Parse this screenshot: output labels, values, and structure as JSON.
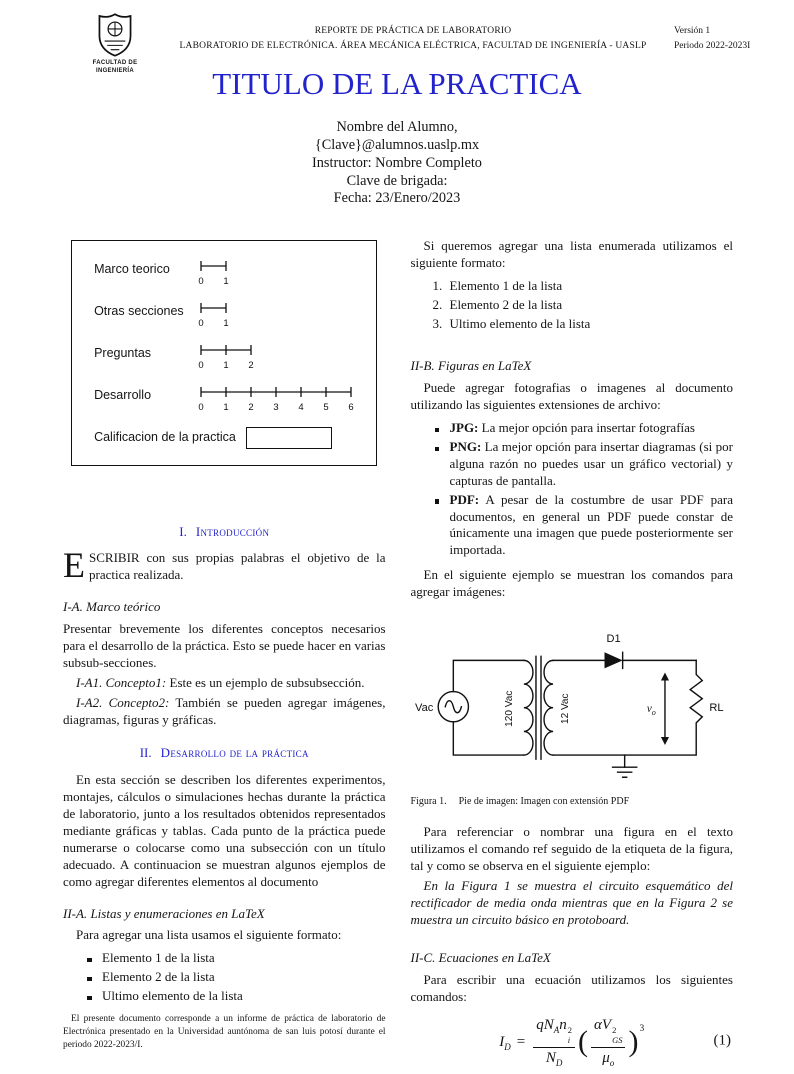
{
  "accent": "#2323CE",
  "header": {
    "logo": {
      "caption_line1": "FACULTAD DE",
      "caption_line2": "INGENIERÍA"
    },
    "center_line1": "REPORTE DE PRÁCTICA DE LABORATORIO",
    "center_line2": "LABORATORIO DE ELECTRÓNICA. ÁREA MECÁNICA ELÉCTRICA, FACULTAD DE INGENIERÍA - UASLP",
    "version": "Versión 1",
    "period": "Periodo 2022-2023I"
  },
  "title": "TITULO DE LA PRACTICA",
  "author_block": {
    "name": "Nombre del Alumno,",
    "email": "{Clave}@alumnos.uaslp.mx",
    "instructor": "Instructor: Nombre Completo",
    "brigade": "Clave de brigada:",
    "date": "Fecha: 23/Enero/2023"
  },
  "rubric": {
    "rows": [
      {
        "label": "Marco teorico",
        "ticks": [
          "0",
          "1"
        ]
      },
      {
        "label": "Otras secciones",
        "ticks": [
          "0",
          "1"
        ]
      },
      {
        "label": "Preguntas",
        "ticks": [
          "0",
          "1",
          "2"
        ]
      },
      {
        "label": "Desarrollo",
        "ticks": [
          "0",
          "1",
          "2",
          "3",
          "4",
          "5",
          "6"
        ]
      }
    ],
    "grade_label": "Calificacion de la practica"
  },
  "intro": {
    "heading_number": "I.",
    "heading_title": "Introducción",
    "lead_initial": "E",
    "lead_caps": "SCRIBIR",
    "lead_text": "con sus propias palabras el objetivo de la practica realizada.",
    "sub_a": {
      "number": "I-A.",
      "title": "Marco teórico"
    },
    "para1": "Presentar brevemente los diferentes conceptos necesarios para el desarrollo de la práctica. Esto se puede hacer en varias subsub-secciones.",
    "subsub1_label": "I-A1. Concepto1:",
    "subsub1_text": "Este es un ejemplo de subsubsección.",
    "subsub2_label": "I-A2. Concepto2:",
    "subsub2_text": "También se pueden agregar imágenes, diagramas, figuras y gráficas."
  },
  "development": {
    "heading_number": "II.",
    "heading_title": "Desarrollo de la práctica",
    "para1": "En esta sección se describen los diferentes experimentos, montajes, cálculos o simulaciones hechas durante la práctica de laboratorio, junto a los resultados obtenidos representados mediante gráficas y tablas. Cada punto de la práctica puede numerarse o colocarse como una subsección con un título adecuado. A continuacion se muestran algunos ejemplos de como agregar diferentes elementos al documento",
    "sub_a": {
      "number": "II-A.",
      "title": "Listas y enumeraciones en LaTeX"
    },
    "lists_intro": "Para agregar una lista usamos el siguiente formato:",
    "bullet_list": [
      "Elemento 1 de la lista",
      "Elemento 2 de la lista",
      "Ultimo elemento de la lista"
    ],
    "enum_intro": "Si queremos agregar una lista enumerada utilizamos el siguiente formato:",
    "enum_list": [
      "Elemento 1 de la lista",
      "Elemento 2 de la lista",
      "Ultimo elemento de la lista"
    ],
    "sub_b": {
      "number": "II-B.",
      "title": "Figuras en LaTeX"
    },
    "figures_intro": "Puede agregar fotografias o imagenes al documento utilizando las siguientes extensiones de archivo:",
    "ext_list": [
      {
        "term": "JPG:",
        "text": "La mejor opción para insertar fotografías"
      },
      {
        "term": "PNG:",
        "text": "La mejor opción para insertar diagramas (si por alguna razón no puedes usar un gráfico vectorial) y capturas de pantalla."
      },
      {
        "term": "PDF:",
        "text": "A pesar de la costumbre de usar PDF para documentos, en general un PDF puede constar de únicamente una imagen que puede posteriormente ser importada."
      }
    ],
    "example_intro": "En el siguiente ejemplo se muestran los comandos para agregar imágenes:",
    "figure": {
      "labels": {
        "source": "Vac",
        "primary": "120 Vac",
        "secondary": "12 Vac",
        "diode": "D1",
        "vout": "v",
        "vout_sub": "o",
        "load": "RL"
      },
      "caption_tag": "Figura 1.",
      "caption_text": "Pie de imagen: Imagen con extensión PDF"
    },
    "ref_para": "Para referenciar o nombrar una figura en el texto utilizamos el comando ref seguido de la etiqueta de la figura, tal y como se observa en el siguiente ejemplo:",
    "ref_example": "En la Figura 1 se muestra el circuito esquemático del rectificador de media onda mientras que en la Figura 2 se muestra un circuito básico en protoboard.",
    "sub_c": {
      "number": "II-C.",
      "title": "Ecuaciones en LaTeX"
    },
    "eq_intro": "Para escribir una ecuación utilizamos los siguientes comandos:",
    "equation": {
      "lhs": "I",
      "lhs_sub": "D",
      "eq": "=",
      "num_qN": "qN",
      "num_qN_sub": "A",
      "num_n": "n",
      "num_n_sup": "2",
      "num_n_sub": "i",
      "den_N": "N",
      "den_N_sub": "D",
      "paren_open": "(",
      "paren_close": ")",
      "inner_num": "αV",
      "inner_sup": "2",
      "inner_sub": "GS",
      "inner_den": "μ",
      "inner_den_sub": "o",
      "power": "3",
      "number": "(1)"
    }
  },
  "footnote": "El presente documento corresponde a un informe de práctica de laboratorio de Electrónica presentado en la Universidad auntónoma de san luis potosí durante el periodo 2022-2023/I."
}
